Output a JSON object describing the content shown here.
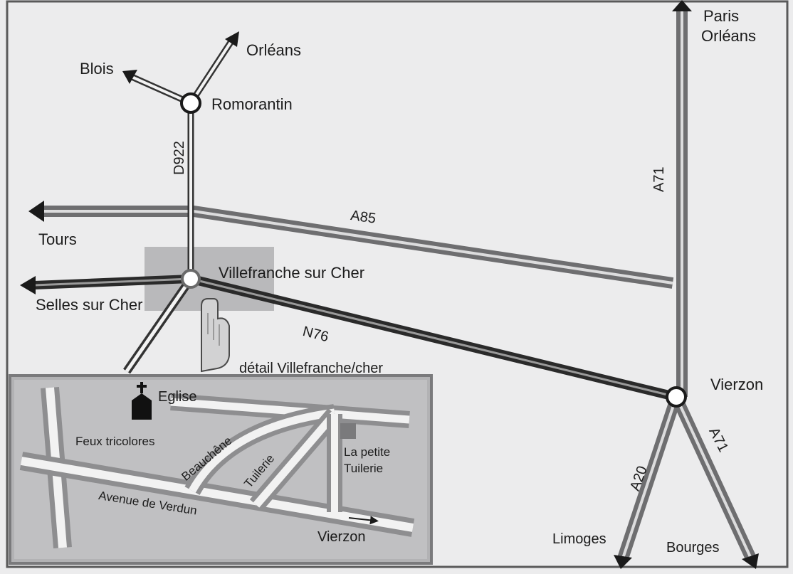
{
  "map": {
    "places": {
      "orleans_top": "Orléans",
      "blois": "Blois",
      "romorantin": "Romorantin",
      "paris_orleans_line1": "Paris",
      "paris_orleans_line2": "Orléans",
      "tours": "Tours",
      "villefranche": "Villefranche sur Cher",
      "selles": "Selles sur Cher",
      "vierzon": "Vierzon",
      "limoges": "Limoges",
      "bourges": "Bourges"
    },
    "roads": {
      "d922": "D922",
      "a85": "A85",
      "a71_north": "A71",
      "n76": "N76",
      "a20": "A20",
      "a71_south": "A71"
    },
    "inset": {
      "title": "détail Villefranche/cher",
      "eglise": "Eglise",
      "feux": "Feux tricolores",
      "beauchene": "Beauchêne",
      "tuilerie_street": "Tuilerie",
      "petite_tuilerie_line1": "La petite",
      "petite_tuilerie_line2": "Tuilerie",
      "avenue": "Avenue de Verdun",
      "vierzon": "Vierzon"
    }
  }
}
